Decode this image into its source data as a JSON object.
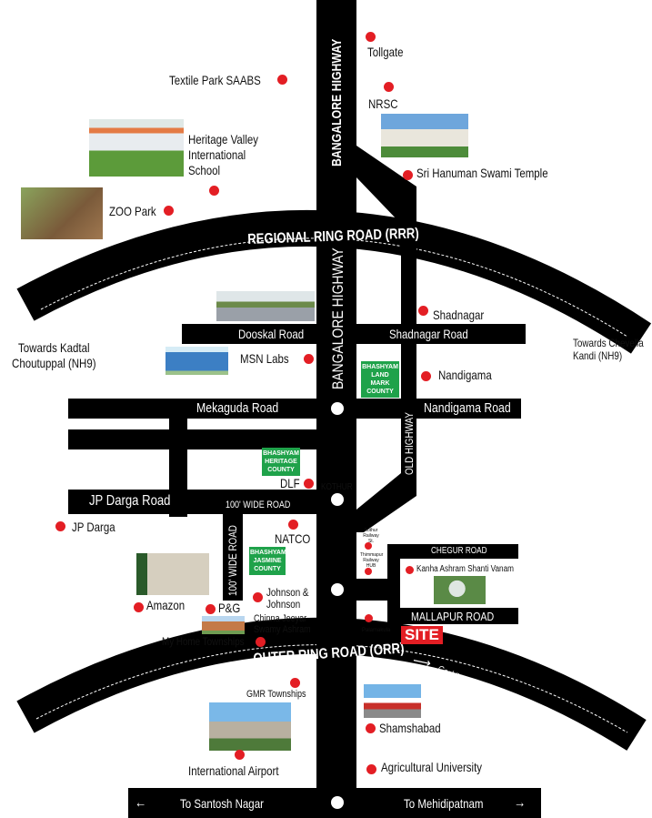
{
  "map": {
    "highways": {
      "bangalore_highway_top": "BANGALORE HIGHWAY",
      "bangalore_highway_mid": "BANGALORE HIGHWAY",
      "old_highway": "OLD HIGHWAY",
      "rrr": "REGIONAL RING ROAD (RRR)",
      "orr": "OUTER RING ROAD (ORR)",
      "gachibowli": "Gachibowli"
    },
    "roads": {
      "dooskal": "Dooskal Road",
      "shadnagar_road": "Shadnagar Road",
      "mekaguda": "Mekaguda Road",
      "nandigama_road": "Nandigama Road",
      "jp_darga_road": "JP Darga Road",
      "wide_road_h": "100' WIDE ROAD",
      "wide_road_v": "100' WIDE ROAD",
      "chegur": "CHEGUR ROAD",
      "mallapur": "MALLAPUR ROAD",
      "santosh": "To Santosh Nagar",
      "mehidipatnam": "To Mehidipatnam",
      "left_arrow": "←",
      "right_arrow": "→"
    },
    "places": {
      "tollgate": "Tollgate",
      "textile_park": "Textile Park SAABS",
      "nrsc": "NRSC",
      "heritage_valley": "Heritage Valley International School",
      "hanuman_temple": "Sri Hanuman Swami Temple",
      "zoo_park": "ZOO Park",
      "kadtal": "Towards Kadtal Choutuppal (NH9)",
      "chevella": "Towards Chevella Kandi (NH9)",
      "shadnagar": "Shadnagar",
      "msn_labs": "MSN Labs",
      "nandigama": "Nandigama",
      "dlf": "DLF",
      "kothur": "KOTHUR",
      "jp_darga": "JP Darga",
      "natco": "NATCO",
      "kothur_railway": "Kothur Railway St.",
      "thimmapur_railway": "Thimmapur Railway HUB",
      "kanha": "Kanha Ashram Shanti Vanam",
      "amazon": "Amazon",
      "pg": "P&G",
      "jnj": "Johnson & Johnson",
      "chinna_jeeyar": "Chinna Jeeyar Swamy Ashram",
      "my_home": "My Home Townships",
      "palamakula": "Palamakula",
      "site": "SITE",
      "gmr": "GMR Townships",
      "shamshabad": "Shamshabad",
      "airport": "International Airport",
      "agri_univ": "Agricultural University"
    },
    "badges": {
      "landmark": "BHASHYAM LAND MARK COUNTY",
      "heritage": "BHASHYAM HERITAGE COUNTY",
      "jasmine": "BHASHYAM JASMINE COUNTY"
    },
    "colors": {
      "road": "#000000",
      "poi_dot": "#e31e24",
      "site_badge": "#e31e24",
      "project_badge": "#1fa24a"
    }
  }
}
